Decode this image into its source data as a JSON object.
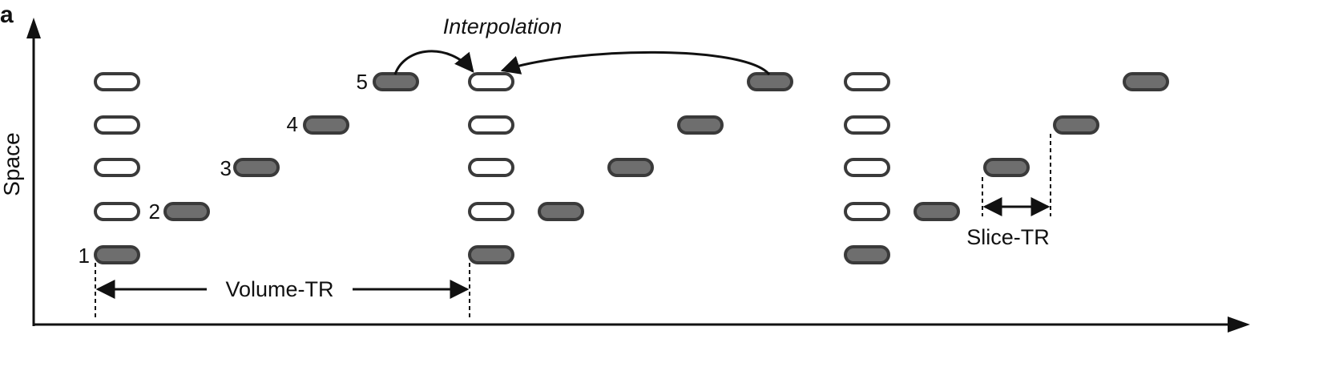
{
  "panel_label": "a",
  "y_axis_label": "Space",
  "annotations": {
    "interpolation": "Interpolation",
    "volume_tr": "Volume-TR",
    "slice_tr": "Slice-TR"
  },
  "slice_numbers": [
    "1",
    "2",
    "3",
    "4",
    "5"
  ],
  "colors": {
    "filled_slice": "#6e6e6e",
    "empty_slice": "#ffffff",
    "slice_outline": "#3a3a3a",
    "axis": "#111111"
  },
  "volumes": [
    {
      "reference_column": true,
      "acquired_slices": 5
    },
    {
      "reference_column": true,
      "acquired_slices": 5
    },
    {
      "reference_column": true,
      "acquired_slices": 5
    }
  ]
}
